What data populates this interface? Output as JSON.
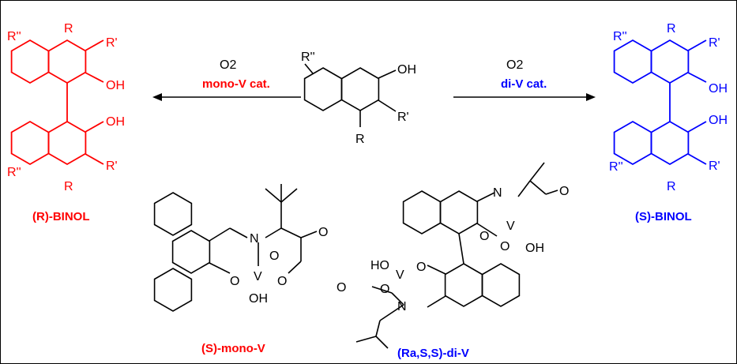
{
  "left_arrow": {
    "reagent": "O2",
    "catalyst": "mono-V cat."
  },
  "right_arrow": {
    "reagent": "O2",
    "catalyst": "di-V cat."
  },
  "products": {
    "left": "(R)-BINOL",
    "right": "(S)-BINOL"
  },
  "catalysts": {
    "mono": "(S)-mono-V",
    "di": "(Ra,S,S)-di-V"
  },
  "substituents": {
    "R": "R",
    "R1": "R'",
    "R2": "R''",
    "OH": "OH",
    "HO": "HO",
    "N": "N",
    "V": "V",
    "O": "O"
  },
  "colors": {
    "left": "#ff0000",
    "right": "#0000ff",
    "default": "#000000"
  }
}
